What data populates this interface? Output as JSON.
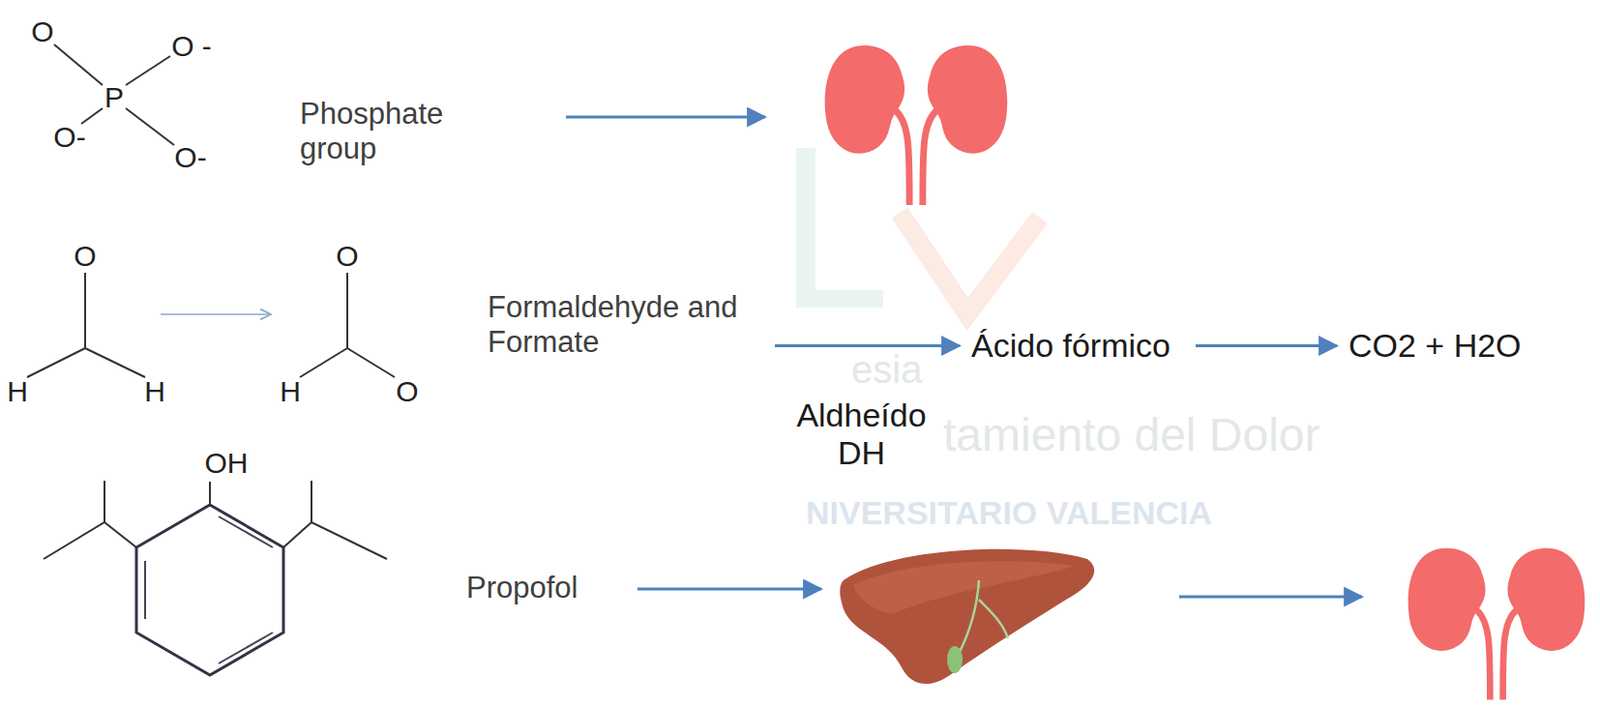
{
  "diagram": {
    "nodes": [
      {
        "text": [
          "Phosphate group"
        ]
      },
      {
        "text": [
          "Formaldehyde and Formate"
        ]
      },
      {
        "text": [
          "Ácido fórmico"
        ]
      },
      {
        "text": [
          "CO2 + H2O"
        ]
      },
      {
        "text": [
          "Propofol"
        ]
      }
    ],
    "edges": [
      {
        "from": 1,
        "to": 2,
        "arrow": "to",
        "label": "Aldheído DH"
      },
      {
        "from": 2,
        "to": 3,
        "arrow": "to"
      }
    ],
    "labels": [
      "O",
      "O -",
      "P",
      "O-",
      "O-",
      "O",
      "H",
      "H",
      "O",
      "H",
      "O",
      "OH",
      "esia",
      "tamiento del Dolor",
      "NIVERSITARIO VALENCIA"
    ]
  }
}
